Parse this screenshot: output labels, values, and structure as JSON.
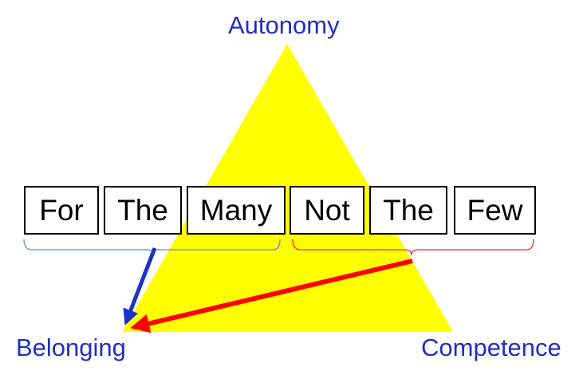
{
  "vertices": {
    "top": "Autonomy",
    "bottom_left": "Belonging",
    "bottom_right": "Competence"
  },
  "slogan_words": [
    "For",
    "The",
    "Many",
    "Not",
    "The",
    "Few"
  ],
  "colors": {
    "triangle": "#ffff00",
    "label_text": "#1f2fc4",
    "group1_brace": "#5b8fd0",
    "group2_brace": "#ee2b2b",
    "blue_arrow": "#1c33c8",
    "red_arrow": "#ff0000"
  }
}
